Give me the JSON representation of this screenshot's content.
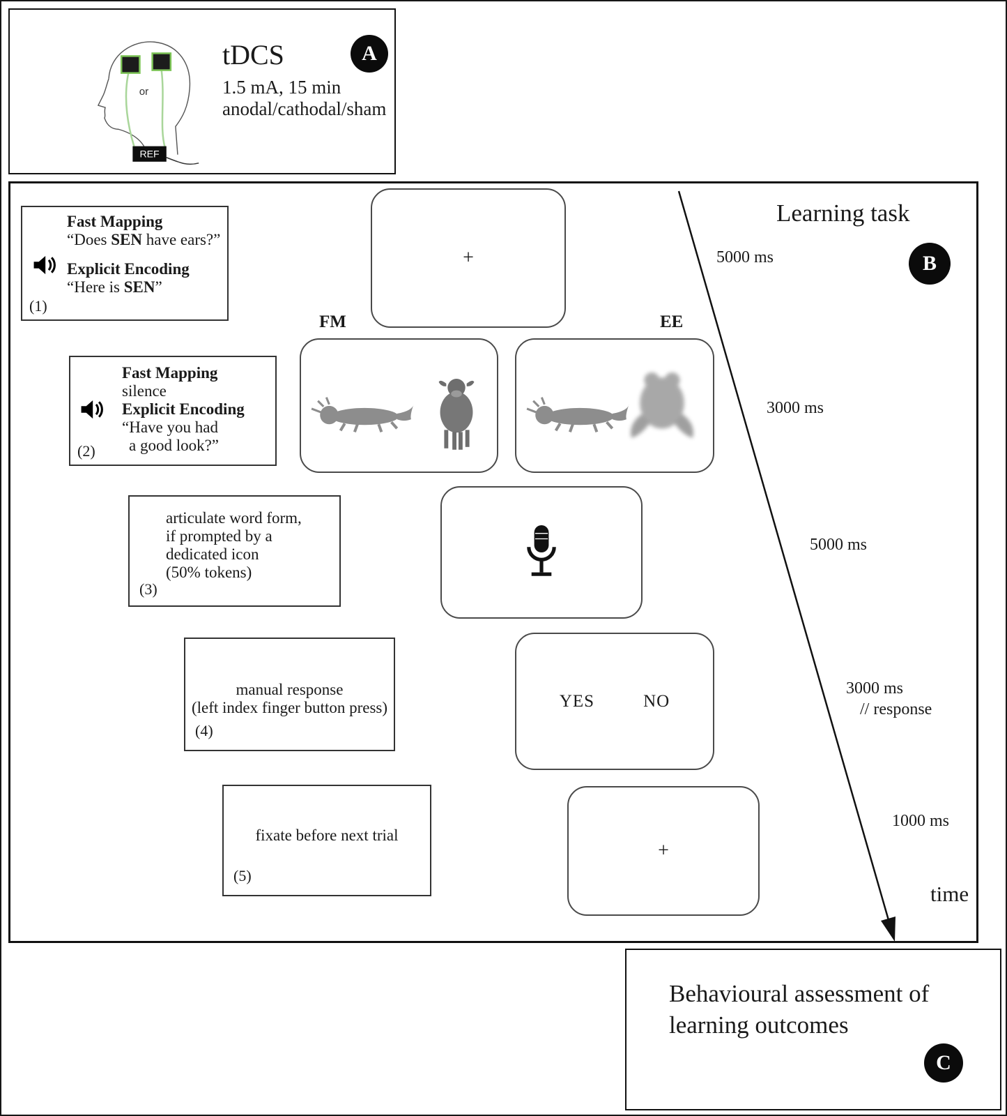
{
  "panel_a": {
    "badge": "A",
    "title": "tDCS",
    "params": "1.5 mA, 15 min",
    "modes": "anodal/cathodal/sham",
    "or_label": "or",
    "ref_label": "REF"
  },
  "panel_b": {
    "badge": "B",
    "title": "Learning task",
    "time_axis_label": "time",
    "screen_labels": {
      "fm": "FM",
      "ee": "EE"
    },
    "screens": {
      "fixation1": "+",
      "yes": "YES",
      "no": "NO",
      "fixation2": "+"
    },
    "icons": {
      "mic": "microphone-icon",
      "speaker": "speaker-icon"
    },
    "timings": {
      "t1": "5000 ms",
      "t2": "3000 ms",
      "t3": "5000 ms",
      "t4": "3000 ms",
      "t4b": "// response",
      "t5": "1000 ms"
    },
    "instructions": {
      "i1": {
        "number": "(1)",
        "fm_title": "Fast Mapping",
        "fm_quote_pre": "“Does ",
        "fm_quote_bold": "SEN",
        "fm_quote_post": " have ears?”",
        "ee_title": "Explicit Encoding",
        "ee_quote_pre": "“Here is ",
        "ee_quote_bold": "SEN",
        "ee_quote_post": "”"
      },
      "i2": {
        "number": "(2)",
        "fm_title": "Fast Mapping",
        "fm_sub": "silence",
        "ee_title": "Explicit Encoding",
        "ee_quote_line1": "“Have you had",
        "ee_quote_line2": "a good look?”"
      },
      "i3": {
        "number": "(3)",
        "lines": [
          "articulate word form,",
          "if prompted by a",
          "dedicated icon",
          "(50% tokens)"
        ]
      },
      "i4": {
        "number": "(4)",
        "lines": [
          "manual response",
          "(left index finger button press)"
        ]
      },
      "i5": {
        "number": "(5)",
        "lines": [
          "fixate before next trial"
        ]
      }
    },
    "colors": {
      "electrode_green": "#7dc457",
      "ink": "#111111"
    }
  },
  "panel_c": {
    "badge": "C",
    "line1": "Behavioural assessment of",
    "line2": "learning outcomes"
  }
}
